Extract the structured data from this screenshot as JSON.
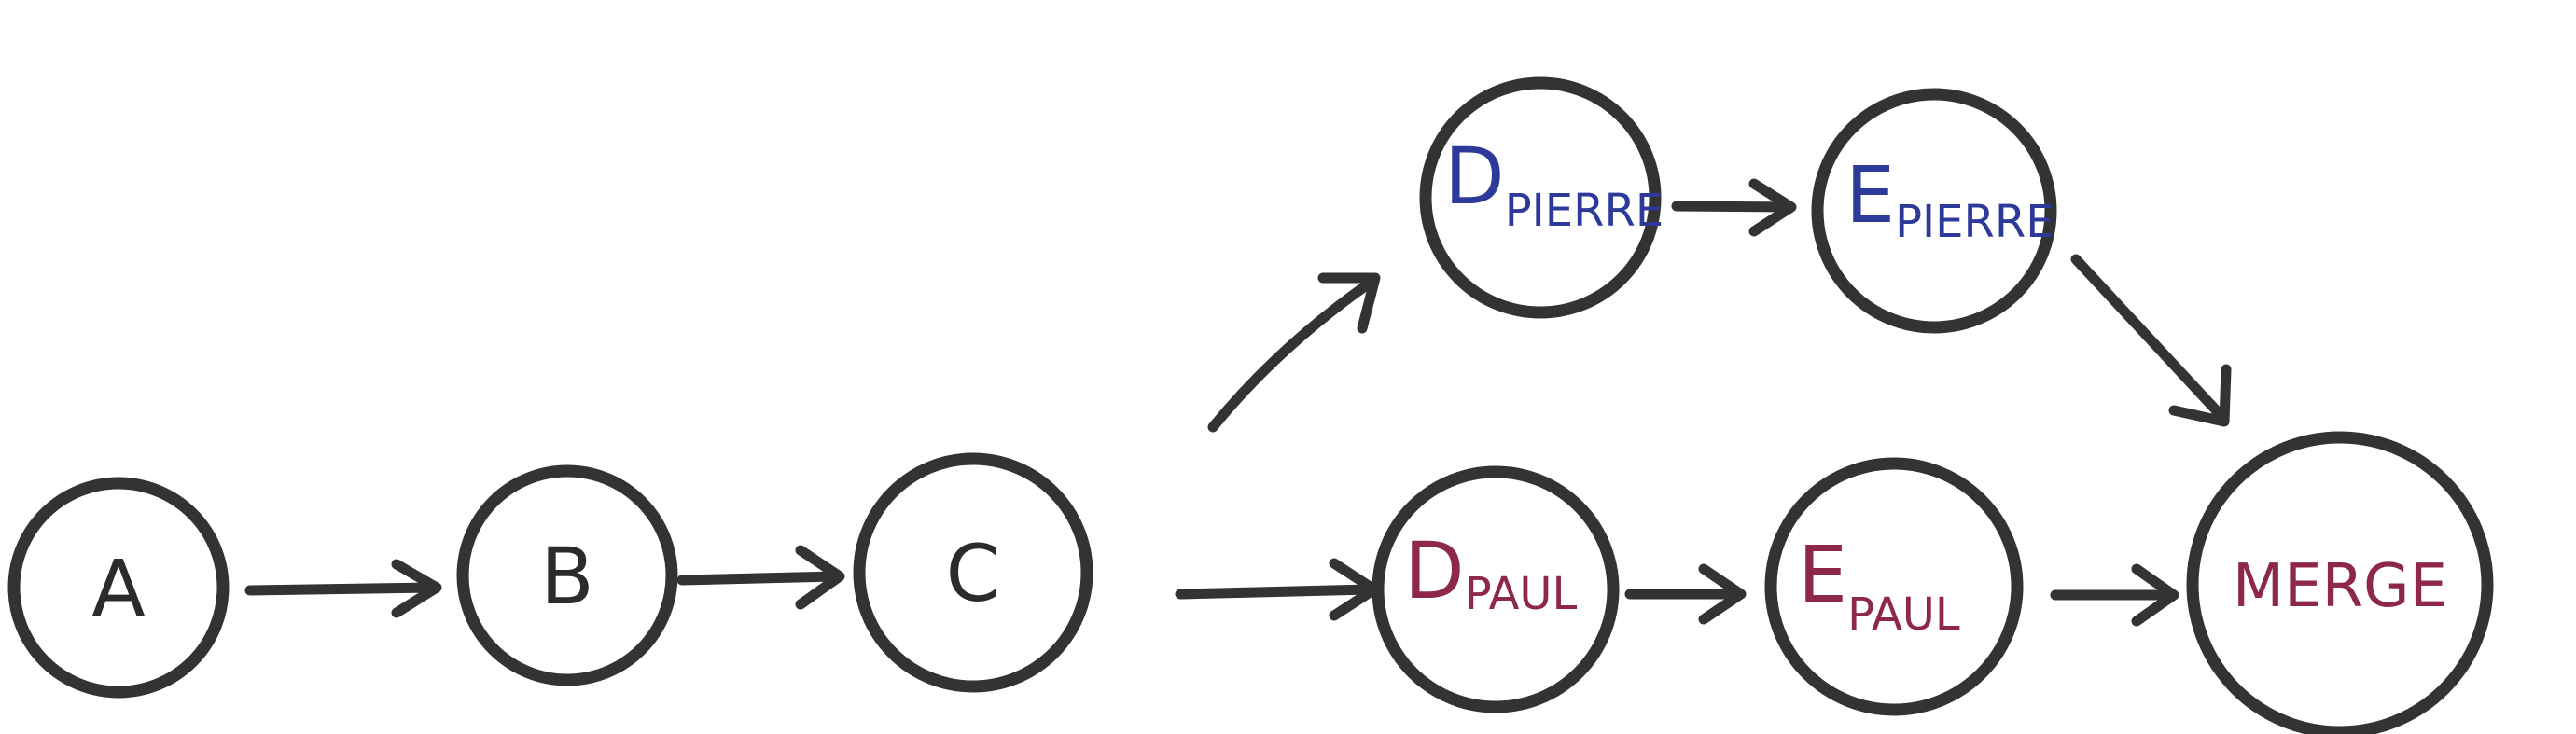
{
  "colors": {
    "stroke": "#333333",
    "plain": "#2b2b2b",
    "pierre": "#2e3a9a",
    "paul": "#8e2849"
  },
  "nodes": {
    "a": {
      "label": "A"
    },
    "b": {
      "label": "B"
    },
    "c": {
      "label": "C"
    },
    "d_pierre": {
      "label": "D",
      "subscript": "PIERRE"
    },
    "e_pierre": {
      "label": "E",
      "subscript": "PIERRE"
    },
    "d_paul": {
      "label": "D",
      "subscript": "PAUL"
    },
    "e_paul": {
      "label": "E",
      "subscript": "PAUL"
    },
    "merge": {
      "label": "MERGE"
    }
  },
  "edges": [
    {
      "from": "a",
      "to": "b"
    },
    {
      "from": "b",
      "to": "c"
    },
    {
      "from": "c",
      "to": "d_pierre"
    },
    {
      "from": "c",
      "to": "d_paul"
    },
    {
      "from": "d_pierre",
      "to": "e_pierre"
    },
    {
      "from": "d_paul",
      "to": "e_paul"
    },
    {
      "from": "e_pierre",
      "to": "merge"
    },
    {
      "from": "e_paul",
      "to": "merge"
    }
  ]
}
